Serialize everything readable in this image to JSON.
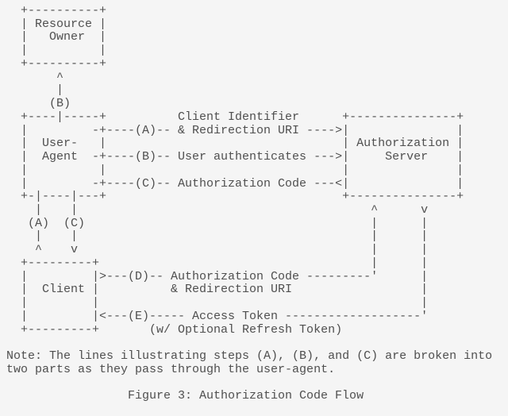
{
  "page": {
    "background_color": "#f5f5f5",
    "text_color": "#4f4f4f"
  },
  "figure": {
    "diagram_lines": [
      "  +----------+",
      "  | Resource |",
      "  |   Owner  |",
      "  |          |",
      "  +----------+",
      "       ^",
      "       |",
      "      (B)",
      "  +----|-----+          Client Identifier      +---------------+",
      "  |         -+----(A)-- & Redirection URI ---->|               |",
      "  |  User-   |                                 | Authorization |",
      "  |  Agent  -+----(B)-- User authenticates --->|     Server    |",
      "  |          |                                 |               |",
      "  |         -+----(C)-- Authorization Code ---<|               |",
      "  +-|----|---+                                 +---------------+",
      "    |    |                                         ^      v",
      "   (A)  (C)                                        |      |",
      "    |    |                                         |      |",
      "    ^    v                                         |      |",
      "  +---------+                                      |      |",
      "  |         |>---(D)-- Authorization Code ---------'      |",
      "  |  Client |          & Redirection URI                  |",
      "  |         |                                             |",
      "  |         |<---(E)----- Access Token -------------------'",
      "  +---------+       (w/ Optional Refresh Token)"
    ],
    "note_lines": [
      "Note: The lines illustrating steps (A), (B), and (C) are broken into",
      "two parts as they pass through the user-agent."
    ],
    "caption": "Figure 3: Authorization Code Flow"
  }
}
